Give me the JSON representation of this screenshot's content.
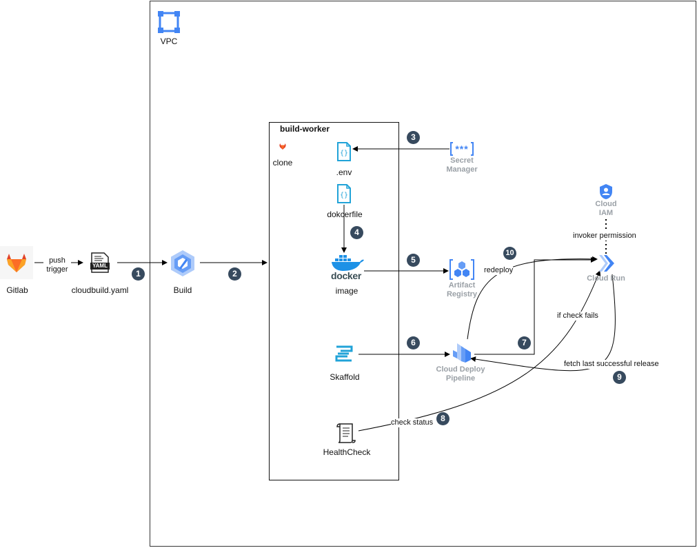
{
  "vpc": {
    "label": "VPC"
  },
  "worker": {
    "title": "build-worker"
  },
  "nodes": {
    "gitlab": "Gitlab",
    "cloudbuild_yaml": "cloudbuild.yaml",
    "yaml_badge": "YAML",
    "build": "Build",
    "clone": "clone",
    "env": ".env",
    "dockerfile": "dokcerfile",
    "image": "image",
    "docker_word": "docker",
    "skaffold": "Skaffold",
    "healthcheck": "HealthCheck",
    "secret_manager_1": "Secret",
    "secret_manager_2": "Manager",
    "secret_badge": "***",
    "artifact_registry_1": "Artifact",
    "artifact_registry_2": "Registry",
    "cloud_deploy_1": "Cloud Deploy",
    "cloud_deploy_2": "Pipeline",
    "cloud_run": "Cloud Run",
    "cloud_iam_1": "Cloud",
    "cloud_iam_2": "IAM"
  },
  "edges": {
    "push_trigger_1": "push",
    "push_trigger_2": "trigger",
    "invoker_permission": "invoker permission",
    "redeploy": "redeploy",
    "if_check_fails": "if check fails",
    "fetch_last": "fetch last successful release",
    "check_status": "check status"
  },
  "steps": [
    "1",
    "2",
    "3",
    "4",
    "5",
    "6",
    "7",
    "8",
    "9",
    "10"
  ],
  "colors": {
    "gcp_blue": "#4285f4",
    "gcp_light_blue": "#aecbfa",
    "step_fill": "#374a5e",
    "gitlab_orange": "#e24329",
    "docker_blue": "#1d91e6",
    "skaffold_teal": "#21a3d8",
    "label_gray": "#9aa0a6"
  }
}
